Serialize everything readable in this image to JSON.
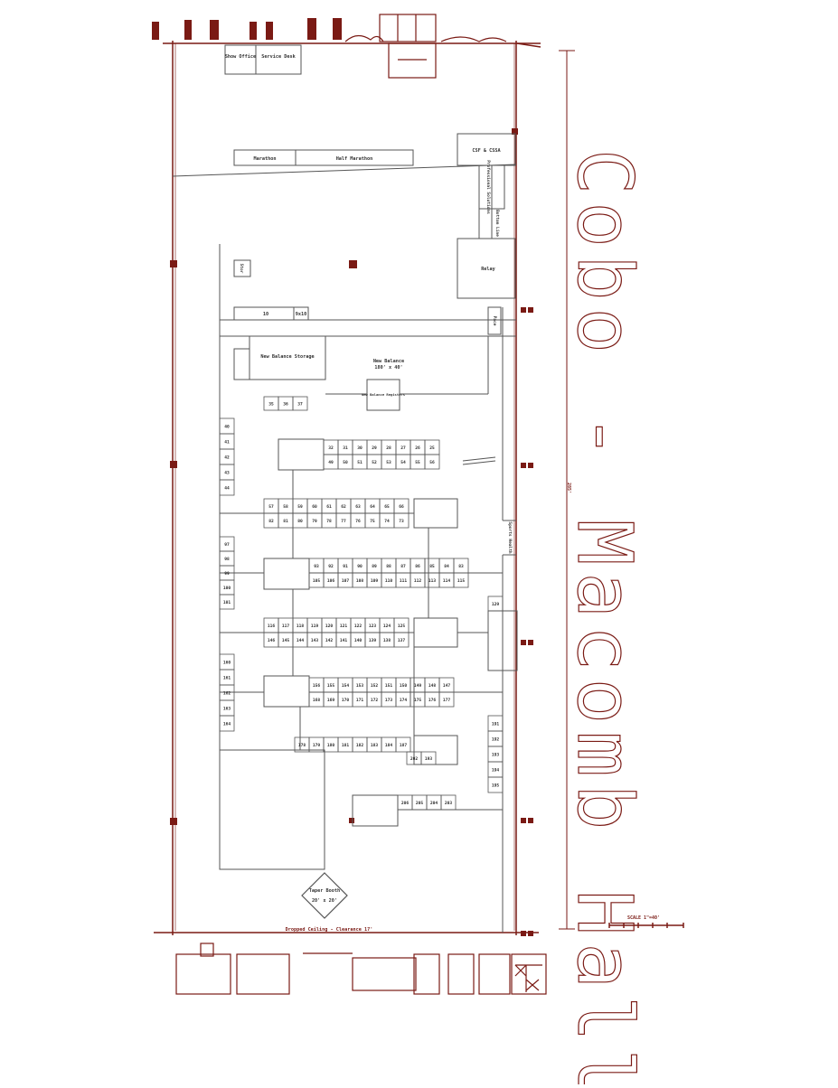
{
  "hall_title": "Cobo - Macomb Hall",
  "scale_label": "SCALE 1\"=40'",
  "line_color": "#7a1a14",
  "booth_line_color": "#444444",
  "ceiling_note": "Dropped Ceiling - Clearance 17'",
  "right_dim": "285'",
  "rooms": {
    "show_office": "Show Office",
    "service_desk": "Service Desk",
    "marathon": "Marathon",
    "half_marathon": "Half Marathon",
    "csf_cssa": "CSF & CSSA",
    "professional_solutions": "Professional Solutions",
    "bottom_line": "Bottom Line",
    "relay": "Relay",
    "pace": "Pace",
    "small_left": "Stor",
    "nb_storage": "New Balance Storage",
    "nb_main": "New Balance",
    "nb_main_size": "180' x 40'",
    "nb_registers": "New Balance Registers",
    "taper_booth": "Taper Booth",
    "taper_size": "20' x 20'",
    "r_small_a": "10",
    "r_small_b": "9x10",
    "mid_right": "Sports Health"
  },
  "booths": {
    "row_a": [
      "35",
      "36",
      "37"
    ],
    "left_a": [
      "40",
      "41",
      "42",
      "43",
      "44"
    ],
    "row_b_top": [
      "32",
      "31",
      "30",
      "29",
      "28",
      "27",
      "26",
      "25"
    ],
    "row_b_bot": [
      "49",
      "50",
      "51",
      "52",
      "53",
      "54",
      "55",
      "56"
    ],
    "row_c_top": [
      "57",
      "58",
      "59",
      "60",
      "61",
      "62",
      "63",
      "64",
      "65",
      "66"
    ],
    "row_c_bot": [
      "82",
      "81",
      "80",
      "79",
      "78",
      "77",
      "76",
      "75",
      "74",
      "73"
    ],
    "left_b": [
      "97",
      "98",
      "99",
      "100",
      "101"
    ],
    "row_d_top": [
      "93",
      "92",
      "91",
      "90",
      "89",
      "88",
      "87",
      "86",
      "85",
      "84",
      "83"
    ],
    "row_d_bot": [
      "105",
      "106",
      "107",
      "108",
      "109",
      "110",
      "111",
      "112",
      "113",
      "114",
      "115"
    ],
    "r_129": "129",
    "row_e_top": [
      "116",
      "117",
      "118",
      "119",
      "120",
      "121",
      "122",
      "123",
      "124",
      "125"
    ],
    "row_e_bot": [
      "146",
      "145",
      "144",
      "143",
      "142",
      "141",
      "140",
      "139",
      "138",
      "137"
    ],
    "left_c": [
      "160",
      "161",
      "162",
      "163",
      "164"
    ],
    "row_f_top": [
      "156",
      "155",
      "154",
      "153",
      "152",
      "151",
      "150",
      "149",
      "148",
      "147"
    ],
    "row_f_bot": [
      "168",
      "169",
      "170",
      "171",
      "172",
      "173",
      "174",
      "175",
      "176",
      "177"
    ],
    "row_g": [
      "178",
      "179",
      "180",
      "181",
      "182",
      "183",
      "184",
      "187"
    ],
    "row_h": [
      "202",
      "193"
    ],
    "right_c": [
      "191",
      "192",
      "193",
      "194",
      "195"
    ],
    "row_i": [
      "206",
      "205",
      "204",
      "203"
    ]
  }
}
